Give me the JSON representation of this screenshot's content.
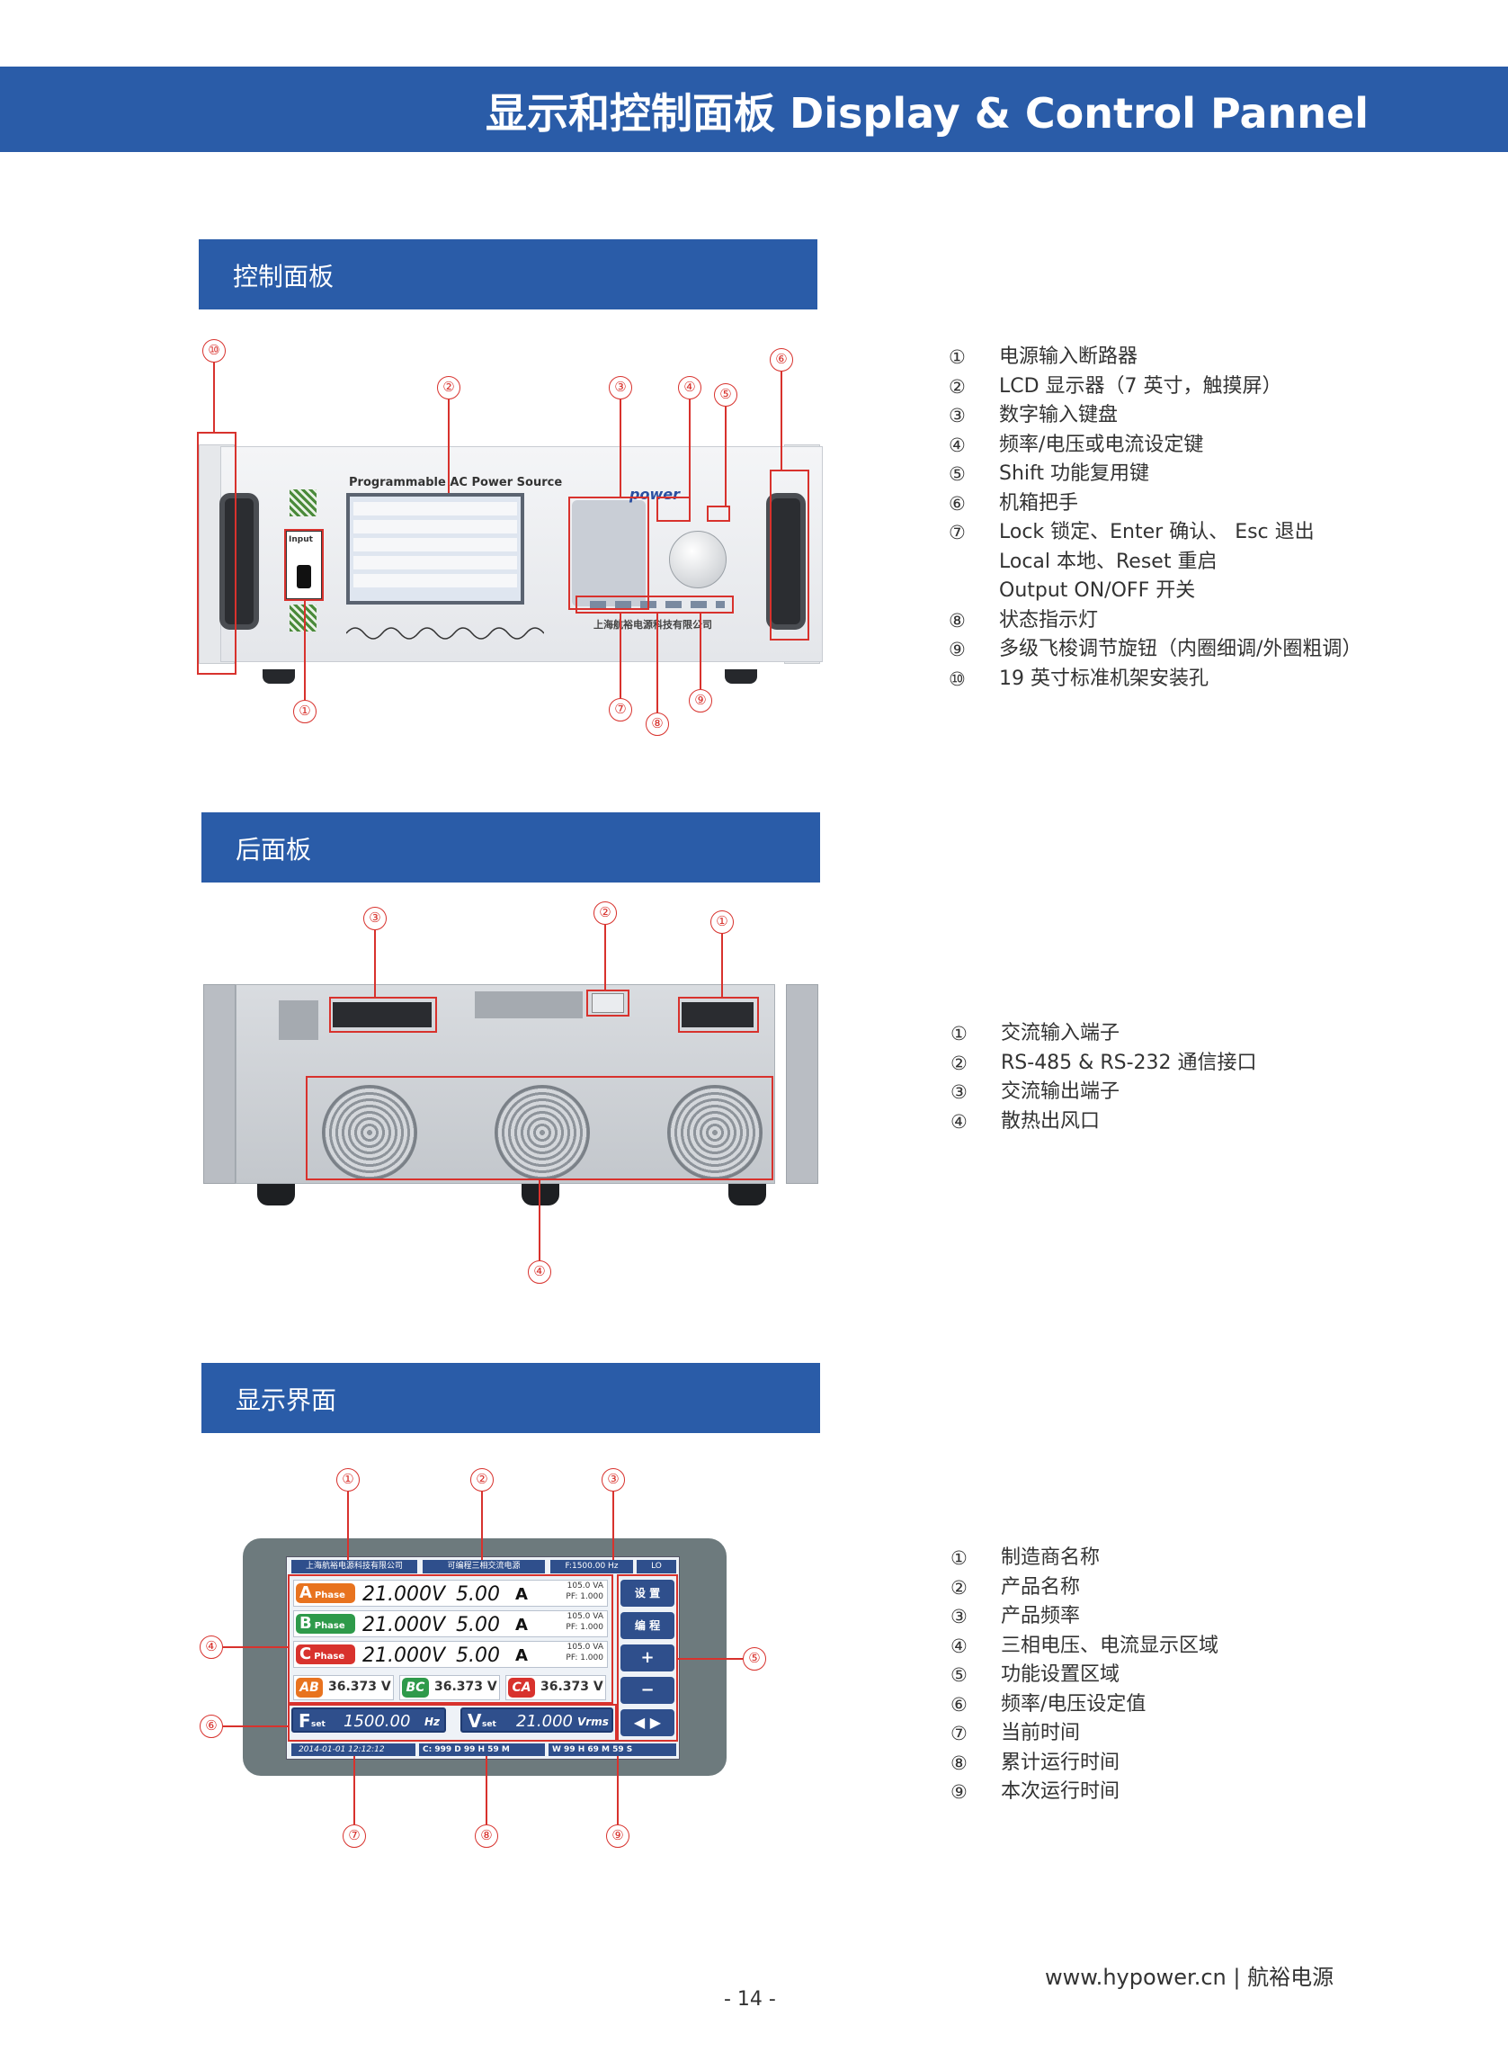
{
  "header": {
    "title": "显示和控制面板 Display & Control Pannel"
  },
  "sections": {
    "control": {
      "title": "控制面板",
      "items": [
        {
          "num": "①",
          "text": "电源输入断路器"
        },
        {
          "num": "②",
          "text": "LCD 显示器（7 英寸，触摸屏）"
        },
        {
          "num": "③",
          "text": "数字输入键盘"
        },
        {
          "num": "④",
          "text": "频率/电压或电流设定键"
        },
        {
          "num": "⑤",
          "text": "Shift 功能复用键"
        },
        {
          "num": "⑥",
          "text": "机箱把手"
        },
        {
          "num": "⑦",
          "text": "Lock 锁定、Enter 确认、 Esc 退出"
        },
        {
          "num": "",
          "text": "Local 本地、Reset 重启"
        },
        {
          "num": "",
          "text": "Output ON/OFF 开关"
        },
        {
          "num": "⑧",
          "text": "状态指示灯"
        },
        {
          "num": "⑨",
          "text": "多级飞梭调节旋钮（内圈细调/外圈粗调）"
        },
        {
          "num": "⑩",
          "text": "19 英寸标准机架安装孔"
        }
      ],
      "panel": {
        "title": "Programmable AC Power Source",
        "logo": "power",
        "company": "上海航裕电源科技有限公司",
        "input_label": "Input"
      }
    },
    "rear": {
      "title": "后面板",
      "items": [
        {
          "num": "①",
          "text": "交流输入端子"
        },
        {
          "num": "②",
          "text": "RS-485 & RS-232 通信接口"
        },
        {
          "num": "③",
          "text": "交流输出端子"
        },
        {
          "num": "④",
          "text": "散热出风口"
        }
      ]
    },
    "display": {
      "title": "显示界面",
      "items": [
        {
          "num": "①",
          "text": "制造商名称"
        },
        {
          "num": "②",
          "text": "产品名称"
        },
        {
          "num": "③",
          "text": "产品频率"
        },
        {
          "num": "④",
          "text": "三相电压、电流显示区域"
        },
        {
          "num": "⑤",
          "text": "功能设置区域"
        },
        {
          "num": "⑥",
          "text": "频率/电压设定值"
        },
        {
          "num": "⑦",
          "text": "当前时间"
        },
        {
          "num": "⑧",
          "text": "累计运行时间"
        },
        {
          "num": "⑨",
          "text": "本次运行时间"
        }
      ],
      "screen": {
        "manufacturer": "上海航裕电源科技有限公司",
        "product": "可编程三相交流电源",
        "freq": "F:1500.00 Hz",
        "mode": "LO",
        "phases": [
          {
            "name": "A",
            "label": "Phase",
            "voltage": "21.000V",
            "current": "5.00",
            "unit": "A",
            "va": "105.0 VA",
            "pf": "PF: 1.000",
            "color": "#e8731f"
          },
          {
            "name": "B",
            "label": "Phase",
            "voltage": "21.000V",
            "current": "5.00",
            "unit": "A",
            "va": "105.0 VA",
            "pf": "PF: 1.000",
            "color": "#2e9a4a"
          },
          {
            "name": "C",
            "label": "Phase",
            "voltage": "21.000V",
            "current": "5.00",
            "unit": "A",
            "va": "105.0 VA",
            "pf": "PF: 1.000",
            "color": "#d8322d"
          }
        ],
        "line": [
          {
            "name": "AB",
            "value": "36.373 V",
            "color": "#e8731f"
          },
          {
            "name": "BC",
            "value": "36.373 V",
            "color": "#2e9a4a"
          },
          {
            "name": "CA",
            "value": "36.373 V",
            "color": "#d8322d"
          }
        ],
        "fset": {
          "label": "F",
          "sub": "set",
          "value": "1500.00",
          "unit": "Hz"
        },
        "vset": {
          "label": "V",
          "sub": "set",
          "value": "21.000",
          "unit": "Vrms"
        },
        "side": {
          "set": "设 置",
          "program": "编 程",
          "plus": "+",
          "minus": "−",
          "arrows": "◀ ▶"
        },
        "time": "2014-01-01 12:12:12",
        "cum": "C:      999 D  99 H  59 M",
        "run": "W           99 H  69 M  59 S"
      }
    }
  },
  "footer": {
    "url": "www.hypower.cn  |  航裕电源",
    "page": "- 14 -"
  },
  "colors": {
    "brand": "#2a5ca8",
    "callout": "#d8322d"
  }
}
